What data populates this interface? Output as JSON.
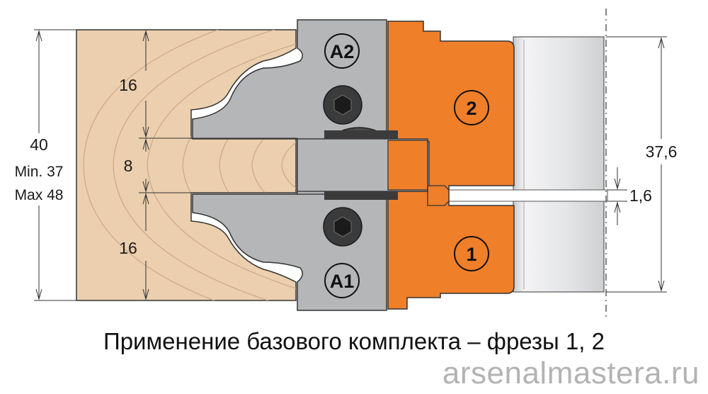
{
  "dimensions": {
    "top_section": "16",
    "middle_section": "8",
    "bottom_section": "16",
    "total": "40",
    "total_min": "Min. 37",
    "total_max": "Max 48",
    "cutter_height": "37,6",
    "gap": "1,6"
  },
  "markers": {
    "cutter_upper": "2",
    "cutter_lower": "1",
    "profile_upper": "A2",
    "profile_lower": "A1"
  },
  "caption": "Применение базового комплекта – фрезы 1, 2",
  "watermark": "arsenalmastera.ru",
  "colors": {
    "wood": "#ebcfae",
    "wood_grain": "#c8a987",
    "steel": "#b5b6b8",
    "cutter": "#f07f2a",
    "screw": "#3b3b3b",
    "body_gray": "#e2e3e5"
  }
}
